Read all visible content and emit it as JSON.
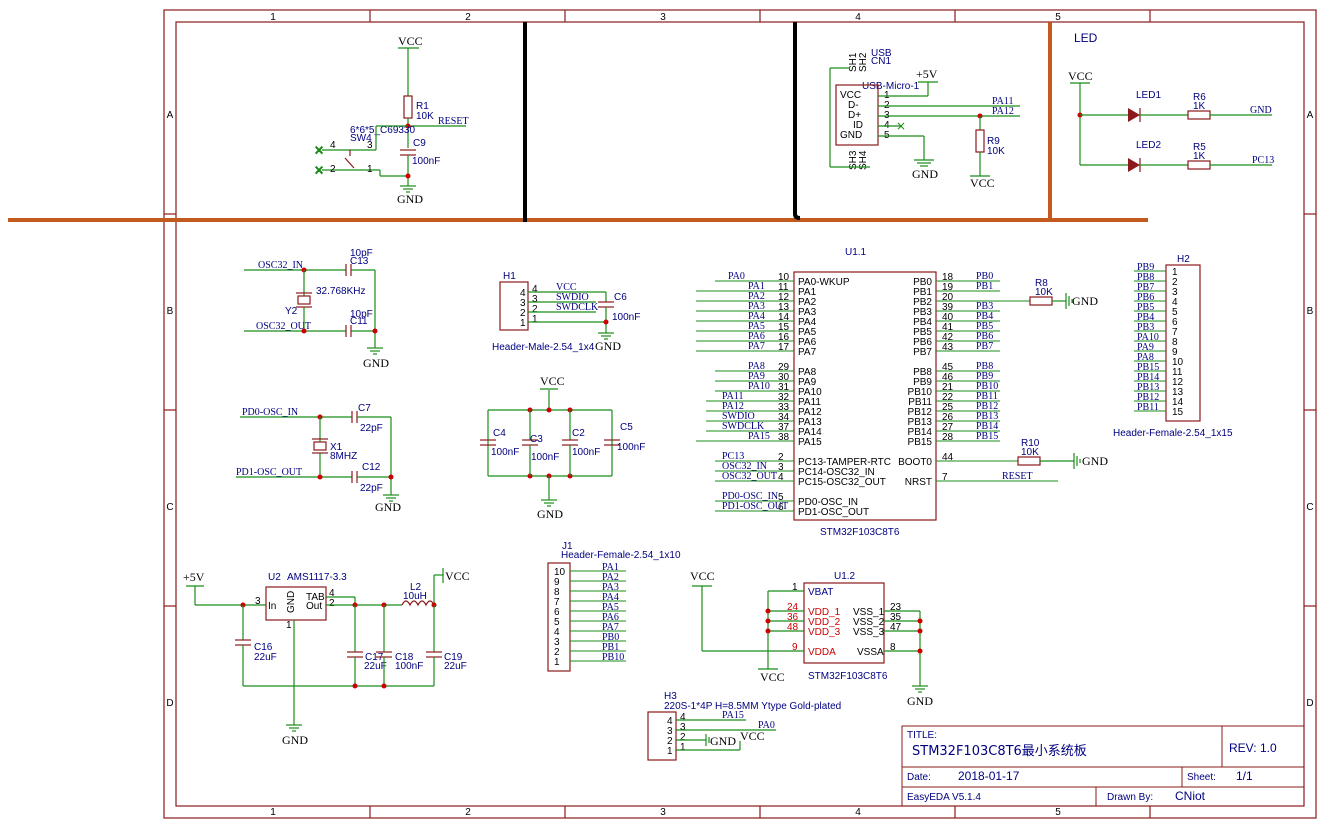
{
  "frame": {
    "cols": [
      "1",
      "2",
      "3",
      "4",
      "5"
    ],
    "rows": [
      "A",
      "B",
      "C",
      "D"
    ]
  },
  "reset_block": {
    "vcc": "VCC",
    "r_ref": "R1",
    "r_val": "10K",
    "reset_label": "RESET",
    "sw_pkg": "6*6*5_C69330",
    "sw_ref": "SW4",
    "c_ref": "C9",
    "c_val": "100nF",
    "gnd": "GND",
    "pins": [
      "4",
      "3",
      "2",
      "1"
    ]
  },
  "usb_block": {
    "ref": "USB",
    "cn": "CN1",
    "part": "USB-Micro-1",
    "pins": [
      "VCC",
      "D-",
      "D+",
      "ID",
      "GND"
    ],
    "pin_nums": [
      "1",
      "2",
      "3",
      "4",
      "5"
    ],
    "shields": [
      "SH1",
      "SH2",
      "SH3",
      "SH4"
    ],
    "plus5v": "+5V",
    "pa11": "PA11",
    "pa12": "PA12",
    "r_ref": "R9",
    "r_val": "10K",
    "vcc": "VCC",
    "gnd": "GND"
  },
  "led_block": {
    "title": "LED",
    "vcc": "VCC",
    "led1": "LED1",
    "led2": "LED2",
    "r6": "R6",
    "r6v": "1K",
    "r5": "R5",
    "r5v": "1K",
    "gnd": "GND",
    "pc13": "PC13"
  },
  "osc32": {
    "in": "OSC32_IN",
    "out": "OSC32_OUT",
    "c13": "C13",
    "c13v": "10pF",
    "c11": "C11",
    "c11v": "10pF",
    "y": "Y2",
    "freq": "32.768KHz",
    "gnd": "GND"
  },
  "swd": {
    "ref": "H1",
    "part": "Header-Male-2.54_1x4",
    "pins": [
      "4",
      "3",
      "2",
      "1"
    ],
    "nets": [
      "VCC",
      "SWDIO",
      "SWDCLK"
    ],
    "c_ref": "C6",
    "c_val": "100nF",
    "gnd": "GND"
  },
  "osc8m": {
    "in": "PD0-OSC_IN",
    "out": "PD1-OSC_OUT",
    "c7": "C7",
    "c7v": "22pF",
    "c12": "C12",
    "c12v": "22pF",
    "x": "X1",
    "freq": "8MHZ",
    "gnd": "GND"
  },
  "decoupling": {
    "vcc": "VCC",
    "gnd": "GND",
    "caps": [
      {
        "ref": "C4",
        "val": "100nF"
      },
      {
        "ref": "C3",
        "val": "100nF"
      },
      {
        "ref": "C2",
        "val": "100nF"
      },
      {
        "ref": "C5",
        "val": "100nF"
      }
    ]
  },
  "mcu1": {
    "ref": "U1.1",
    "part": "STM32F103C8T6",
    "left_pins": [
      {
        "net": "PA0",
        "num": "10",
        "name": "PA0-WKUP"
      },
      {
        "net": "PA1",
        "num": "11",
        "name": "PA1"
      },
      {
        "net": "PA2",
        "num": "12",
        "name": "PA2"
      },
      {
        "net": "PA3",
        "num": "13",
        "name": "PA3"
      },
      {
        "net": "PA4",
        "num": "14",
        "name": "PA4"
      },
      {
        "net": "PA5",
        "num": "15",
        "name": "PA5"
      },
      {
        "net": "PA6",
        "num": "16",
        "name": "PA6"
      },
      {
        "net": "PA7",
        "num": "17",
        "name": "PA7"
      },
      {
        "net": "PA8",
        "num": "29",
        "name": "PA8"
      },
      {
        "net": "PA9",
        "num": "30",
        "name": "PA9"
      },
      {
        "net": "PA10",
        "num": "31",
        "name": "PA10"
      },
      {
        "net": "PA11",
        "num": "32",
        "name": "PA11"
      },
      {
        "net": "PA12",
        "num": "33",
        "name": "PA12"
      },
      {
        "net": "SWDIO",
        "num": "34",
        "name": "PA13"
      },
      {
        "net": "SWDCLK",
        "num": "37",
        "name": "PA14"
      },
      {
        "net": "PA15",
        "num": "38",
        "name": "PA15"
      },
      {
        "net": "PC13",
        "num": "2",
        "name": "PC13-TAMPER-RTC"
      },
      {
        "net": "OSC32_IN",
        "num": "3",
        "name": "PC14-OSC32_IN"
      },
      {
        "net": "OSC32_OUT",
        "num": "4",
        "name": "PC15-OSC32_OUT"
      },
      {
        "net": "PD0-OSC_IN",
        "num": "5",
        "name": "PD0-OSC_IN"
      },
      {
        "net": "PD1-OSC_OUT",
        "num": "6",
        "name": "PD1-OSC_OUT"
      }
    ],
    "right_pins": [
      {
        "name": "PB0",
        "num": "18",
        "net": "PB0"
      },
      {
        "name": "PB1",
        "num": "19",
        "net": "PB1"
      },
      {
        "name": "PB2",
        "num": "20",
        "net": ""
      },
      {
        "name": "PB3",
        "num": "39",
        "net": "PB3"
      },
      {
        "name": "PB4",
        "num": "40",
        "net": "PB4"
      },
      {
        "name": "PB5",
        "num": "41",
        "net": "PB5"
      },
      {
        "name": "PB6",
        "num": "42",
        "net": "PB6"
      },
      {
        "name": "PB7",
        "num": "43",
        "net": "PB7"
      },
      {
        "name": "PB8",
        "num": "45",
        "net": "PB8"
      },
      {
        "name": "PB9",
        "num": "46",
        "net": "PB9"
      },
      {
        "name": "PB10",
        "num": "21",
        "net": "PB10"
      },
      {
        "name": "PB11",
        "num": "22",
        "net": "PB11"
      },
      {
        "name": "PB12",
        "num": "25",
        "net": "PB12"
      },
      {
        "name": "PB13",
        "num": "26",
        "net": "PB13"
      },
      {
        "name": "PB14",
        "num": "27",
        "net": "PB14"
      },
      {
        "name": "PB15",
        "num": "28",
        "net": "PB15"
      },
      {
        "name": "BOOT0",
        "num": "44",
        "net": ""
      },
      {
        "name": "NRST",
        "num": "7",
        "net": "RESET"
      }
    ],
    "r8": "R8",
    "r8v": "10K",
    "r10": "R10",
    "r10v": "10K",
    "gnd": "GND"
  },
  "h2": {
    "ref": "H2",
    "part": "Header-Female-2.54_1x15",
    "nets": [
      "PB9",
      "PB8",
      "PB7",
      "PB6",
      "PB5",
      "PB4",
      "PB3",
      "PA10",
      "PA9",
      "PA8",
      "PB15",
      "PB14",
      "PB13",
      "PB12",
      "PB11"
    ],
    "nums": [
      "1",
      "2",
      "3",
      "4",
      "5",
      "6",
      "7",
      "8",
      "9",
      "10",
      "11",
      "12",
      "13",
      "14",
      "15"
    ]
  },
  "power": {
    "in": "+5V",
    "ref": "U2",
    "part": "AMS1117-3.3",
    "pin_in": "In",
    "pin_gnd": "GND",
    "pin_tab": "TAB",
    "pin_out": "Out",
    "n3": "3",
    "n4": "4",
    "n2": "2",
    "n1": "1",
    "l": "L2",
    "lv": "10uH",
    "vcc": "VCC",
    "gnd": "GND",
    "caps": [
      {
        "ref": "C16",
        "val": "22uF"
      },
      {
        "ref": "C17",
        "val": "22uF"
      },
      {
        "ref": "C18",
        "val": "100nF"
      },
      {
        "ref": "C19",
        "val": "22uF"
      }
    ]
  },
  "j1": {
    "ref": "J1",
    "part": "Header-Female-2.54_1x10",
    "nums": [
      "10",
      "9",
      "8",
      "7",
      "6",
      "5",
      "4",
      "3",
      "2",
      "1"
    ],
    "nets": [
      "PA1",
      "PA2",
      "PA3",
      "PA4",
      "PA5",
      "PA6",
      "PA7",
      "PB0",
      "PB1",
      "PB10"
    ]
  },
  "mcu2": {
    "ref": "U1.2",
    "part": "STM32F103C8T6",
    "vcc": "VCC",
    "gnd": "GND",
    "left": [
      {
        "num": "1",
        "name": "VBAT"
      },
      {
        "num": "24",
        "name": "VDD_1"
      },
      {
        "num": "36",
        "name": "VDD_2"
      },
      {
        "num": "48",
        "name": "VDD_3"
      },
      {
        "num": "9",
        "name": "VDDA"
      }
    ],
    "right": [
      {
        "num": "23",
        "name": "VSS_1"
      },
      {
        "num": "35",
        "name": "VSS_2"
      },
      {
        "num": "47",
        "name": "VSS_3"
      },
      {
        "num": "8",
        "name": "VSSA"
      }
    ]
  },
  "h3": {
    "ref": "H3",
    "part": "220S-1*4P H=8.5MM Ytype Gold-plated",
    "nums": [
      "4",
      "3",
      "2",
      "1"
    ],
    "nets": [
      "PA15",
      "PA0"
    ],
    "gnd": "GND",
    "vcc": "VCC"
  },
  "titleblock": {
    "title_label": "TITLE:",
    "title": "STM32F103C8T6最小系统板",
    "rev_label": "REV:",
    "rev": "1.0",
    "date_label": "Date:",
    "date": "2018-01-17",
    "sheet_label": "Sheet:",
    "sheet": "1/1",
    "tool": "EasyEDA V5.1.4",
    "drawn_label": "Drawn By:",
    "drawn": "CNiot"
  }
}
